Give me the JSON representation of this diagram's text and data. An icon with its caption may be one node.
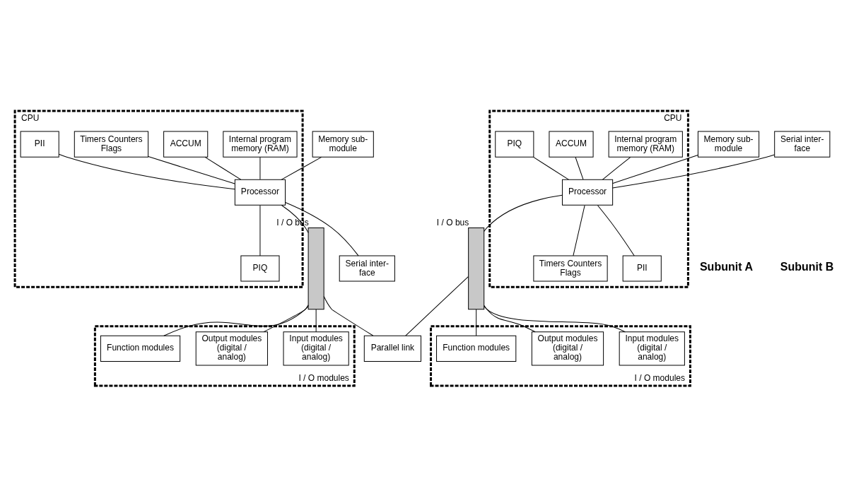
{
  "diagram": {
    "nodes": [
      {
        "text": [
          "CPU"
        ]
      },
      {
        "text": [
          "Internal program memory (RAM)"
        ],
        "in": 0
      },
      {
        "text": [
          "ACCUM"
        ],
        "in": 0
      },
      {
        "text": [
          "Timers Counters Flags"
        ],
        "in": 0
      },
      {
        "text": [
          "Processor"
        ],
        "in": 0
      },
      {
        "text": [
          "PII"
        ],
        "in": 0
      },
      {
        "text": [
          "PIQ"
        ],
        "in": 0
      },
      {
        "text": [
          "Memory sub-module"
        ]
      },
      {
        "text": [
          "Serial inter-face"
        ]
      },
      {
        "text": [
          "Memory sub-module"
        ]
      },
      {
        "text": [
          "Serial inter-face"
        ]
      },
      {
        "text": [
          "CPU"
        ]
      },
      {
        "text": [
          "Internal program memory (RAM)"
        ],
        "in": 11
      },
      {
        "text": [
          "ACCUM"
        ],
        "in": 11
      },
      {
        "text": [
          "Processor"
        ],
        "in": 11
      },
      {
        "text": [
          "Timers Counters Flags"
        ],
        "in": 11
      },
      {
        "text": [
          "PIQ"
        ],
        "in": 11
      },
      {
        "text": [
          "PII"
        ],
        "in": 11
      },
      {
        "text": [],
        "shape": "bar",
        "beside": [
          "I / O bus"
        ]
      },
      {
        "text": [
          "Parallel link"
        ]
      },
      {
        "text": [],
        "shape": "bar",
        "beside": [
          "I / O bus"
        ]
      },
      {
        "text": [
          "I / O modules"
        ]
      },
      {
        "text": [
          "Input modules (digital / analog)"
        ],
        "in": 21
      },
      {
        "text": [
          "Output modules (digital / analog)"
        ],
        "in": 21
      },
      {
        "text": [
          "Function modules"
        ],
        "in": 21
      },
      {
        "text": [
          "I / O modules"
        ]
      },
      {
        "text": [
          "Input modules (digital / analog)"
        ],
        "in": 25
      },
      {
        "text": [
          "Output modules (digital / analog)"
        ],
        "in": 25
      },
      {
        "text": [
          "Function modules"
        ],
        "in": 25
      }
    ],
    "edges": [
      {
        "from": 1,
        "to": 4,
        "arrow": "none"
      },
      {
        "from": 2,
        "to": 4,
        "arrow": "none"
      },
      {
        "from": 3,
        "to": 4,
        "arrow": "none"
      },
      {
        "from": 5,
        "to": 4,
        "arrow": "none"
      },
      {
        "from": 7,
        "to": 4,
        "arrow": "none"
      },
      {
        "from": 4,
        "to": 8,
        "arrow": "none"
      },
      {
        "from": 4,
        "to": 6,
        "arrow": "none"
      },
      {
        "from": 9,
        "to": 14,
        "arrow": "none"
      },
      {
        "from": 12,
        "to": 14,
        "arrow": "none"
      },
      {
        "from": 13,
        "to": 14,
        "arrow": "none"
      },
      {
        "from": 10,
        "to": 14,
        "arrow": "none"
      },
      {
        "from": 14,
        "to": 15,
        "arrow": "none"
      },
      {
        "from": 16,
        "to": 14,
        "arrow": "none"
      },
      {
        "from": 14,
        "to": 17,
        "arrow": "none"
      },
      {
        "from": 4,
        "to": 18,
        "arrow": "none"
      },
      {
        "from": 14,
        "to": 20,
        "arrow": "none"
      },
      {
        "from": 18,
        "to": 19,
        "arrow": "none"
      },
      {
        "from": 19,
        "to": 20,
        "arrow": "none"
      },
      {
        "from": 18,
        "to": 22,
        "arrow": "none"
      },
      {
        "from": 18,
        "to": 23,
        "arrow": "none"
      },
      {
        "from": 18,
        "to": 24,
        "arrow": "none"
      },
      {
        "from": 20,
        "to": 26,
        "arrow": "none"
      },
      {
        "from": 20,
        "to": 27,
        "arrow": "none"
      },
      {
        "from": 20,
        "to": 28,
        "arrow": "none"
      }
    ],
    "labels": [
      "Subunit A",
      "Subunit B"
    ]
  }
}
